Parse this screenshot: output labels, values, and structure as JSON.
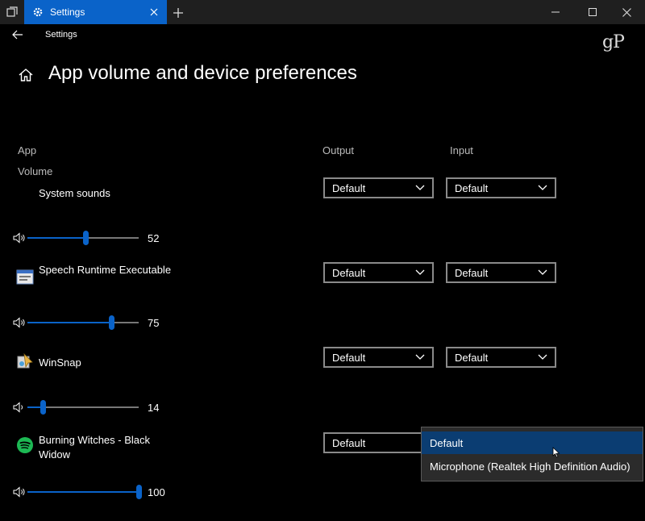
{
  "window": {
    "tab_title": "Settings",
    "breadcrumb": "Settings",
    "brand": "gP"
  },
  "page": {
    "title": "App volume and device preferences"
  },
  "columns": {
    "app": "App",
    "output": "Output",
    "input": "Input",
    "volume": "Volume"
  },
  "apps": [
    {
      "name": "System sounds",
      "volume": 52,
      "output": "Default",
      "input": "Default"
    },
    {
      "name": "Speech Runtime Executable",
      "volume": 75,
      "output": "Default",
      "input": "Default"
    },
    {
      "name": "WinSnap",
      "volume": 14,
      "output": "Default",
      "input": "Default"
    },
    {
      "name": "Burning Witches - Black Widow",
      "volume": 100,
      "output": "Default",
      "input": "Default"
    }
  ],
  "dropdown": {
    "options": [
      "Default",
      "Microphone (Realtek High Definition Audio)"
    ],
    "selected_index": 0
  },
  "colors": {
    "accent": "#0a63c9",
    "spotify": "#1db954"
  }
}
